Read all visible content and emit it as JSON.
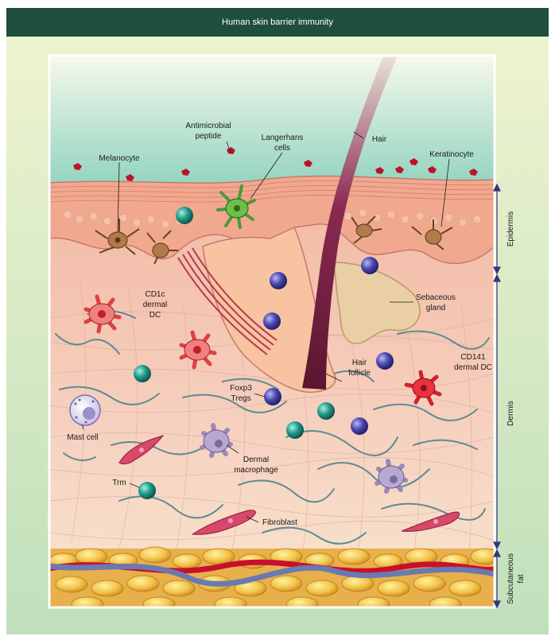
{
  "title": "Human skin barrier immunity",
  "labels": {
    "antimicrobial": [
      "Antimicrobial",
      "peptide"
    ],
    "langerhans": [
      "Langerhans",
      "cells"
    ],
    "hair": "Hair",
    "melanocyte": "Melanocyte",
    "keratinocyte": "Keratinocyte",
    "cd1c": [
      "CD1c",
      "dermal",
      "DC"
    ],
    "sebaceous": [
      "Sebaceous",
      "gland"
    ],
    "hair_follicle": [
      "Hair",
      "follicle"
    ],
    "cd141": [
      "CD141",
      "dermal DC"
    ],
    "foxp3": [
      "Foxp3",
      "Tregs"
    ],
    "mast": "Mast cell",
    "macrophage": [
      "Dermal",
      "macrophage"
    ],
    "trm": "Trm",
    "fibroblast": "Fibroblast"
  },
  "layers": {
    "epidermis": "Epidermis",
    "dermis": "Dermis",
    "subcutaneous": [
      "Subcutaneous",
      "fat"
    ]
  },
  "colors": {
    "title_bg": "#1f4f3c",
    "treg": "#3a3a9a",
    "trm": "#1f9a8a",
    "peptide": "#c0102a",
    "layer_arrow": "#3a3280"
  }
}
